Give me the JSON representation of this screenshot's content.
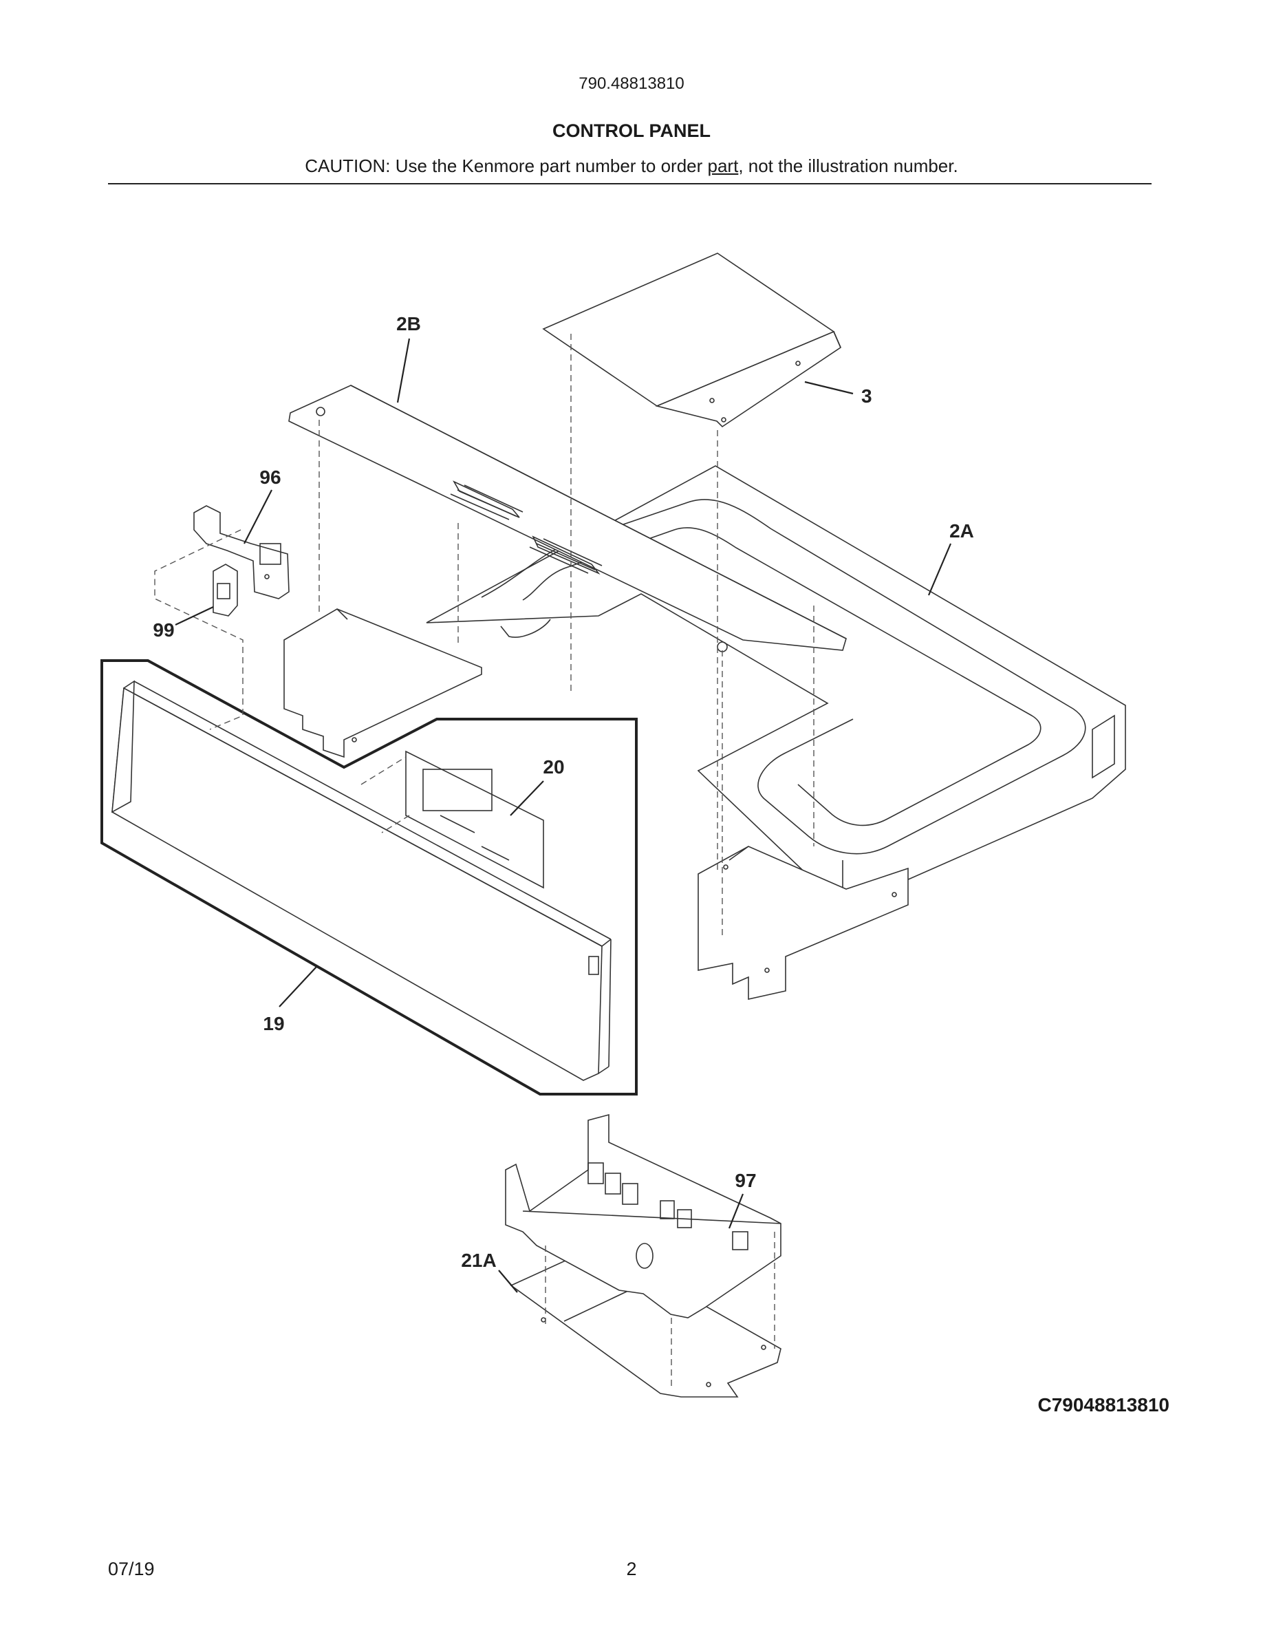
{
  "header": {
    "model": "790.48813810",
    "title": "CONTROL PANEL",
    "caution_prefix": "CAUTION: Use the Kenmore part number to order ",
    "caution_underlined": "part",
    "caution_suffix": ", not the illustration number."
  },
  "callouts": [
    {
      "id": "2B",
      "label": "2B"
    },
    {
      "id": "3",
      "label": "3"
    },
    {
      "id": "96",
      "label": "96"
    },
    {
      "id": "2A",
      "label": "2A"
    },
    {
      "id": "99",
      "label": "99"
    },
    {
      "id": "20",
      "label": "20"
    },
    {
      "id": "19",
      "label": "19"
    },
    {
      "id": "97",
      "label": "97"
    },
    {
      "id": "21A",
      "label": "21A"
    }
  ],
  "diagram_code": "C79048813810",
  "footer": {
    "date": "07/19",
    "page": "2"
  }
}
